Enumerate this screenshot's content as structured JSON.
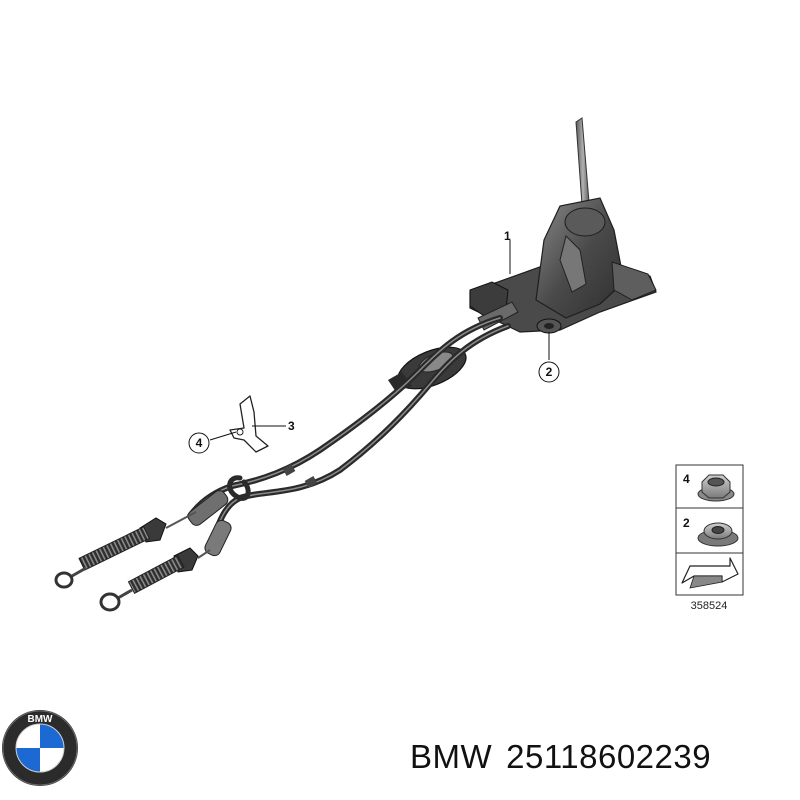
{
  "callouts": [
    {
      "id": "1",
      "label": "1"
    },
    {
      "id": "2",
      "label": "2"
    },
    {
      "id": "3",
      "label": "3"
    },
    {
      "id": "4",
      "label": "4"
    }
  ],
  "legend": {
    "items": [
      {
        "label": "4",
        "icon": "hex-flange-nut-icon"
      },
      {
        "label": "2",
        "icon": "round-flange-nut-icon"
      }
    ],
    "arrow_icon": "direction-arrow-icon",
    "reference_number": "358524"
  },
  "logo": {
    "icon": "bmw-roundel-icon",
    "text": "BMW"
  },
  "caption": {
    "brand": "BMW",
    "part_number": "25118602239"
  },
  "colors": {
    "part_dark": "#3a3a3a",
    "part_mid": "#6e6e6e",
    "part_light": "#a8a8a8",
    "line": "#222222",
    "bmw_blue": "#1c69d4"
  }
}
